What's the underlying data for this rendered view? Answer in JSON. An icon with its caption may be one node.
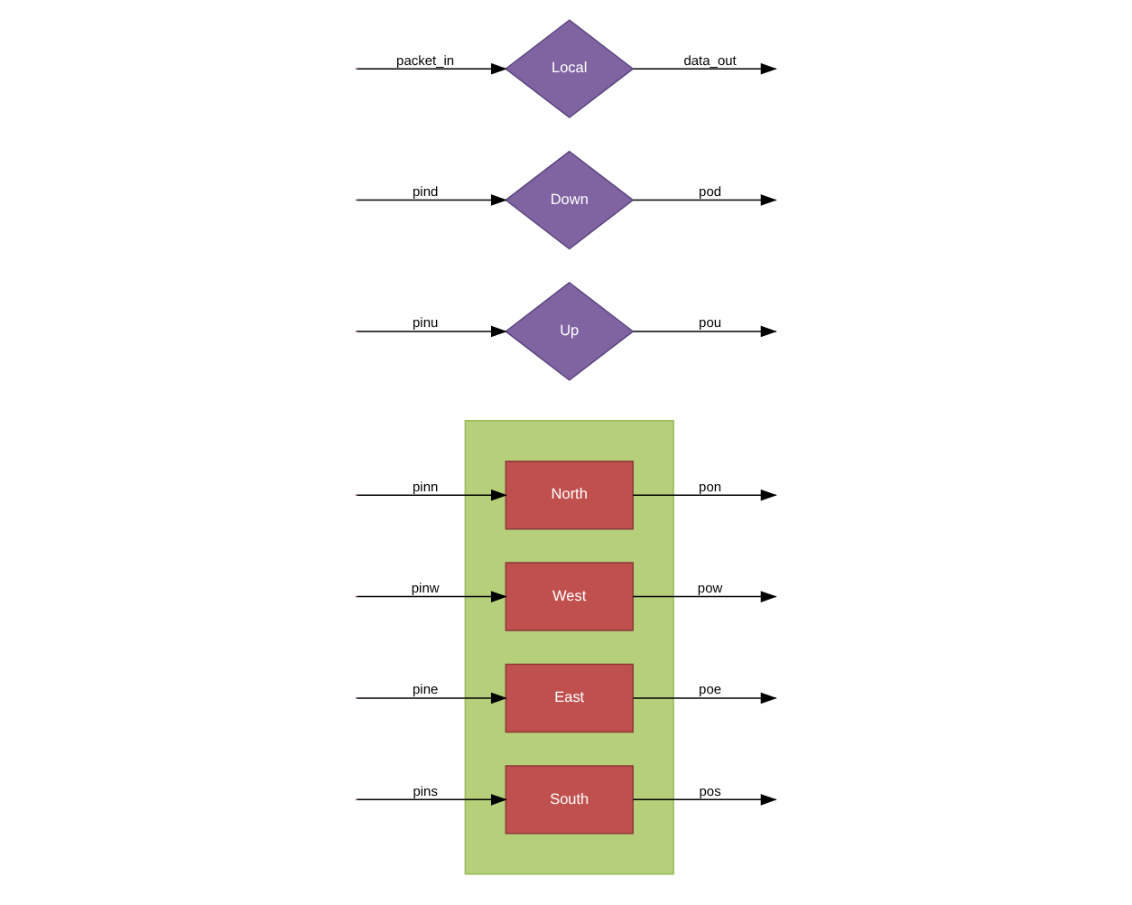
{
  "diagram": {
    "nodes": [
      {
        "text": [],
        "shape": "box"
      },
      {
        "text": [
          "North"
        ],
        "in": 0
      },
      {
        "text": [
          "Up"
        ]
      },
      {
        "text": [
          "West"
        ],
        "in": 0
      },
      {
        "text": [
          "East"
        ],
        "in": 0
      },
      {
        "text": [
          "Down"
        ]
      },
      {
        "text": [
          "South"
        ],
        "in": 0
      },
      {
        "text": [
          "Local"
        ]
      }
    ],
    "edges": [
      {
        "from": null,
        "to": 1,
        "arrow": "to",
        "label": "pinn"
      },
      {
        "from": 1,
        "to": null,
        "arrow": "to",
        "label": "pon"
      },
      {
        "from": null,
        "to": 2,
        "arrow": "to",
        "label": "pinu"
      },
      {
        "from": 2,
        "to": null,
        "arrow": "to",
        "label": "pou"
      },
      {
        "from": null,
        "to": 3,
        "arrow": "to",
        "label": "pinw"
      },
      {
        "from": 3,
        "to": null,
        "arrow": "to",
        "label": "pow"
      },
      {
        "from": null,
        "to": 4,
        "arrow": "to",
        "label": "pine"
      },
      {
        "from": 4,
        "to": null,
        "arrow": "to",
        "label": "poe"
      },
      {
        "from": null,
        "to": 5,
        "arrow": "to",
        "label": "pind"
      },
      {
        "from": 5,
        "to": null,
        "arrow": "to",
        "label": "pod"
      },
      {
        "from": null,
        "to": 6,
        "arrow": "to",
        "label": "pins"
      },
      {
        "from": 6,
        "to": null,
        "arrow": "to",
        "label": "pos"
      },
      {
        "from": null,
        "to": 7,
        "arrow": "to",
        "label": "packet_in"
      },
      {
        "from": 7,
        "to": null,
        "arrow": "to",
        "label": "data_out"
      }
    ]
  }
}
